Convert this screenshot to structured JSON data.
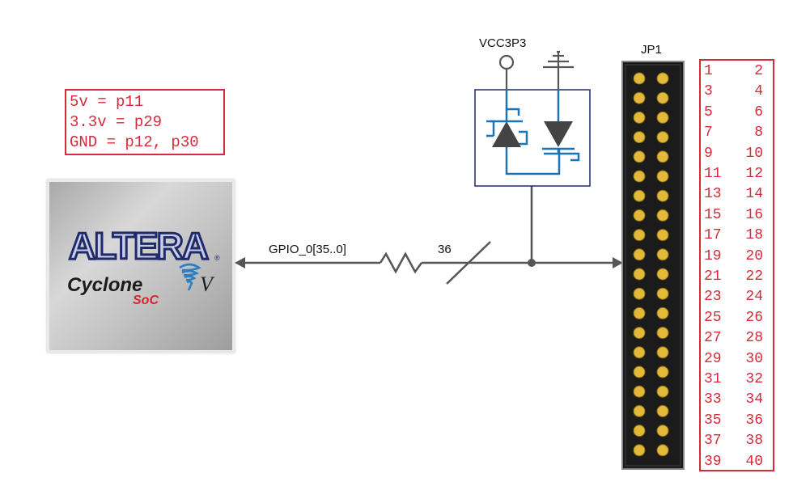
{
  "notes": {
    "lines": [
      "5v = p11",
      "3.3v = p29",
      "GND = p12, p30"
    ]
  },
  "chip": {
    "brand": "ALTERA",
    "family": "Cyclone",
    "version": "V",
    "variant": "SoC"
  },
  "labels": {
    "gpio_bus": "GPIO_0[35..0]",
    "bus_width": "36",
    "power_rail": "VCC3P3",
    "connector": "JP1"
  },
  "pins": [
    [
      "1",
      "2"
    ],
    [
      "3",
      "4"
    ],
    [
      "5",
      "6"
    ],
    [
      "7",
      "8"
    ],
    [
      "9",
      "10"
    ],
    [
      "11",
      "12"
    ],
    [
      "13",
      "14"
    ],
    [
      "15",
      "16"
    ],
    [
      "17",
      "18"
    ],
    [
      "19",
      "20"
    ],
    [
      "21",
      "22"
    ],
    [
      "23",
      "24"
    ],
    [
      "25",
      "26"
    ],
    [
      "27",
      "28"
    ],
    [
      "29",
      "30"
    ],
    [
      "31",
      "32"
    ],
    [
      "33",
      "34"
    ],
    [
      "35",
      "36"
    ],
    [
      "37",
      "38"
    ],
    [
      "39",
      "40"
    ]
  ],
  "colors": {
    "annotation": "#d52b3a",
    "protection_diode": "#1a74b8",
    "pin_gold": "#e2b93b",
    "wire": "#555555"
  }
}
